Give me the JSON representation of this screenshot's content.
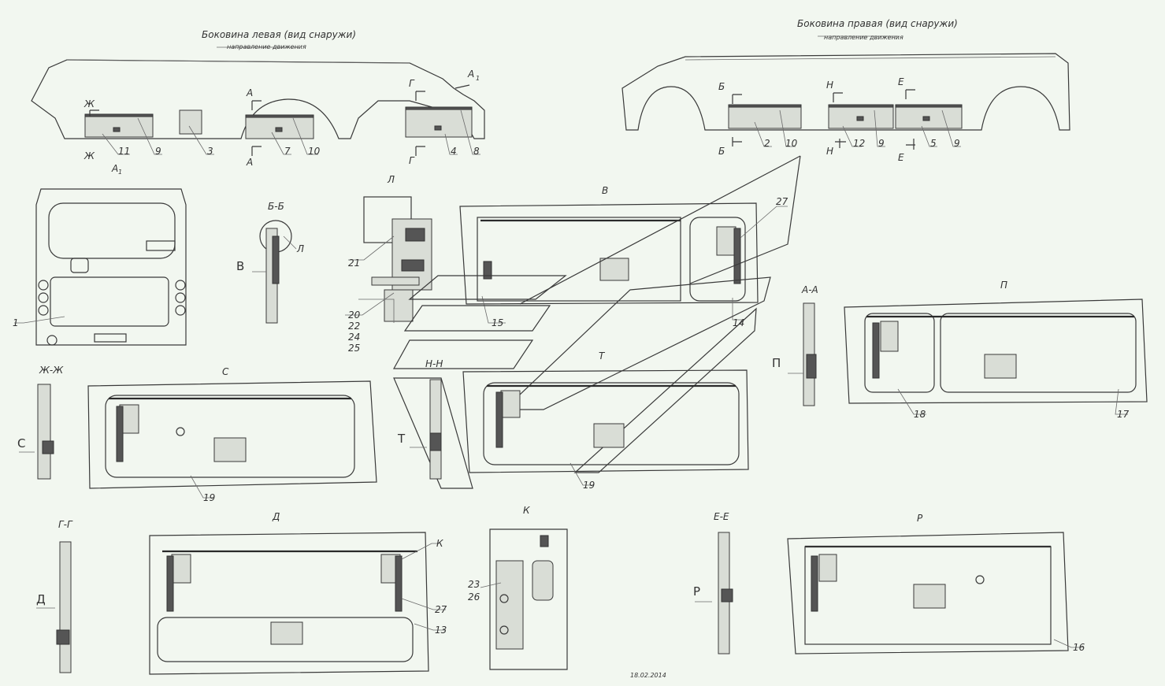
{
  "headers": {
    "left_side": "Боковина левая (вид снаружи)",
    "right_side": "Боковина правая (вид снаружи)",
    "direction": "направление движения"
  },
  "section_marks": {
    "A": "А",
    "A1": "А",
    "A1_sub": "1",
    "B": "Б",
    "G": "Г",
    "N": "Н",
    "E": "Е",
    "Zh": "Ж"
  },
  "view_titles": {
    "bb": "Б-Б",
    "L": "Л",
    "V": "В",
    "aa": "А-А",
    "P": "П",
    "zhzh": "Ж-Ж",
    "S": "С",
    "nn": "Н-Н",
    "T": "Т",
    "gg": "Г-Г",
    "D": "Д",
    "K": "К",
    "ee": "Е-Е",
    "R": "Р",
    "A1_view": "А"
  },
  "arrows": {
    "V": "В",
    "P": "П",
    "S": "С",
    "T": "Т",
    "D": "Д",
    "R": "Р"
  },
  "callouts": {
    "n1": "1",
    "n2": "2",
    "n3": "3",
    "n4": "4",
    "n5": "5",
    "n7": "7",
    "n8": "8",
    "n9": "9",
    "n10": "10",
    "n11": "11",
    "n12": "12",
    "n13": "13",
    "n14": "14",
    "n15": "15",
    "n16": "16",
    "n17": "17",
    "n18": "18",
    "n19": "19",
    "n20": "20",
    "n21": "21",
    "n22": "22",
    "n23": "23",
    "n24": "24",
    "n25": "25",
    "n26": "26",
    "n27": "27"
  },
  "date": "18.02.2014"
}
